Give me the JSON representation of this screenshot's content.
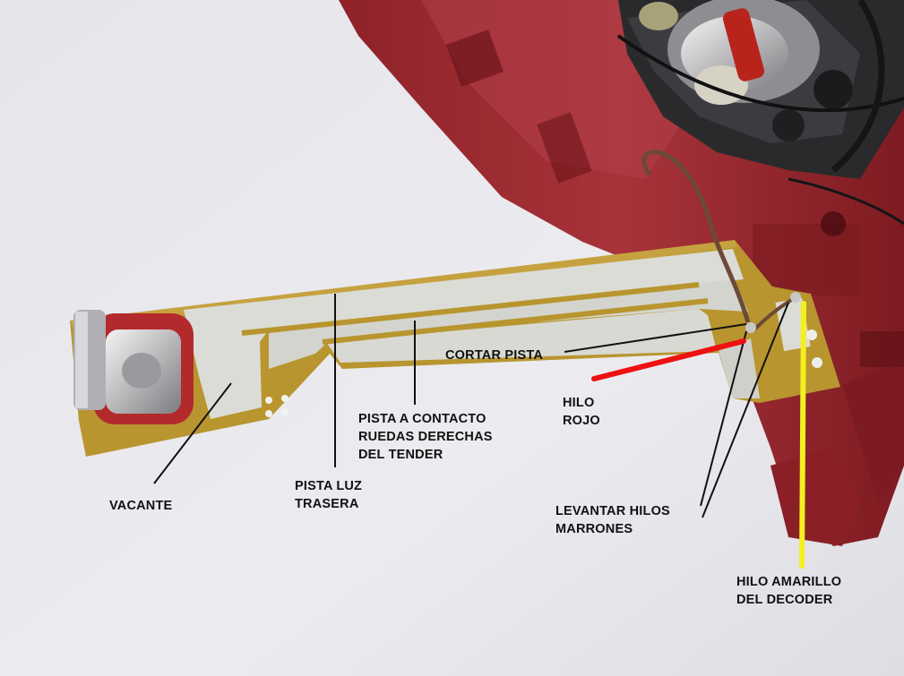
{
  "annotations": {
    "vacante": {
      "lines": [
        "VACANTE"
      ]
    },
    "pista_luz_trasera": {
      "lines": [
        "PISTA LUZ",
        "TRASERA"
      ]
    },
    "pista_contacto": {
      "lines": [
        "PISTA A CONTACTO",
        "RUEDAS DERECHAS",
        "DEL TENDER"
      ]
    },
    "cortar_pista": {
      "lines": [
        "CORTAR PISTA"
      ]
    },
    "hilo_rojo": {
      "lines": [
        "HILO",
        "ROJO"
      ]
    },
    "levantar_hilos": {
      "lines": [
        "LEVANTAR HILOS",
        "MARRONES"
      ]
    },
    "hilo_amarillo": {
      "lines": [
        "HILO AMARILLO",
        "DEL DECODER"
      ]
    }
  },
  "colors": {
    "background": "#e9e8ec",
    "locomotive_red": "#9e2b30",
    "pcb_board": "#b8952e",
    "copper_track": "#dcdcd6",
    "red_wire": "#ee1111",
    "yellow_wire": "#f4f020",
    "brown_wire": "#6b4a36",
    "label_text": "#111111"
  }
}
